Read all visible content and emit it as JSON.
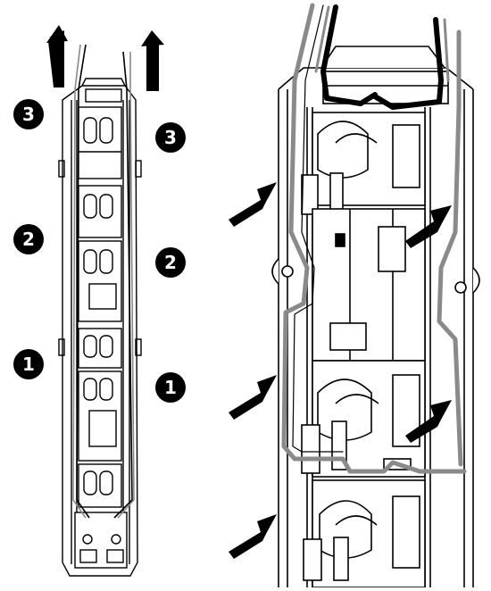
{
  "colors": {
    "background": "#ffffff",
    "line": "#000000",
    "wire_gray": "#8a8a8a",
    "wire_black": "#000000",
    "badge_fill": "#000000",
    "badge_text": "#ffffff"
  },
  "steps": {
    "step1": "1",
    "step2": "2",
    "step3": "3"
  },
  "icons": {
    "pull_arrow": "arrow-up-icon",
    "pointer_arrow": "arrow-pointer-icon",
    "step_badge": "numbered-circle-icon"
  }
}
